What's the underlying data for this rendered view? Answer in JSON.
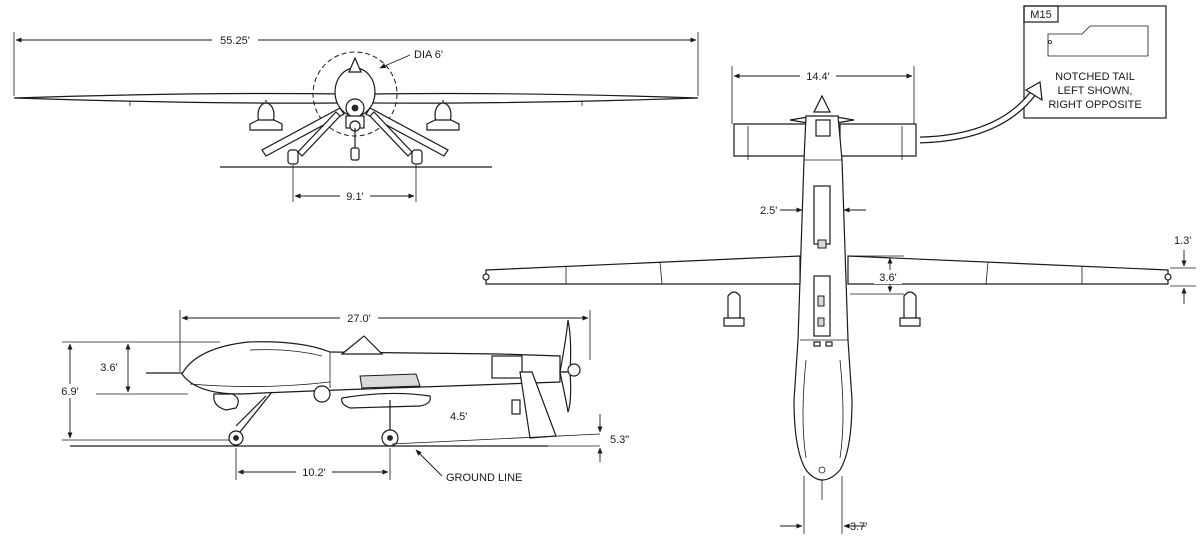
{
  "front_view": {
    "span_label": "55.25'",
    "prop_label": "DIA 6'",
    "track_label": "9.1'"
  },
  "top_view": {
    "tail_span_label": "14.4'",
    "fuselage_width_label": "2.5'",
    "wingtip_chord_label": "1.3'",
    "wing_root_chord_label": "3.6'",
    "nose_width_label": "3.7'"
  },
  "side_view": {
    "length_label": "27.0'",
    "fuselage_height_label": "3.6'",
    "overall_height_label": "6.9'",
    "tail_height_label": "4.5'",
    "tail_clearance_label": "5.3\"",
    "wheelbase_label": "10.2'",
    "ground_line_label": "GROUND LINE"
  },
  "callout": {
    "tag": "M15",
    "line1": "NOTCHED TAIL",
    "line2": "LEFT SHOWN,",
    "line3": "RIGHT OPPOSITE"
  },
  "colors": {
    "ink": "#1a1a1a",
    "background": "#ffffff",
    "fill_grey": "#d9d9d9"
  }
}
